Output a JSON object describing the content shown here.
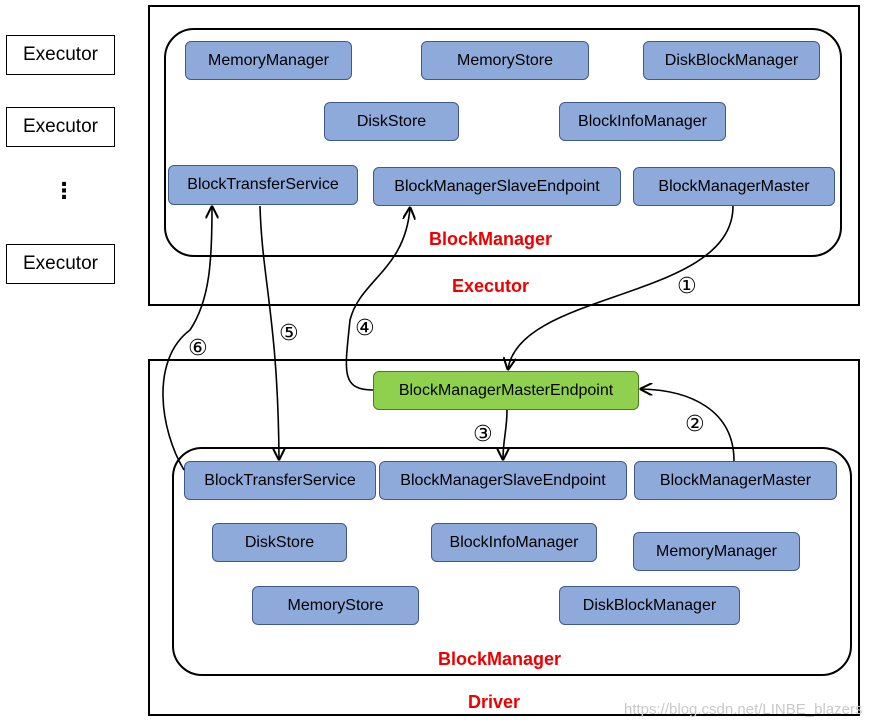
{
  "executor_list": [
    "Executor",
    "Executor",
    "Executor"
  ],
  "ellipsis": "⋮",
  "executor": {
    "frame_label": "Executor",
    "block_manager_label": "BlockManager",
    "components": {
      "memory_manager": "MemoryManager",
      "memory_store": "MemoryStore",
      "disk_block_manager": "DiskBlockManager",
      "disk_store": "DiskStore",
      "block_info_manager": "BlockInfoManager",
      "block_transfer_service": "BlockTransferService",
      "slave_endpoint": "BlockManagerSlaveEndpoint",
      "master": "BlockManagerMaster"
    }
  },
  "driver": {
    "frame_label": "Driver",
    "block_manager_label": "BlockManager",
    "master_endpoint": "BlockManagerMasterEndpoint",
    "components": {
      "block_transfer_service": "BlockTransferService",
      "slave_endpoint": "BlockManagerSlaveEndpoint",
      "master": "BlockManagerMaster",
      "disk_store": "DiskStore",
      "block_info_manager": "BlockInfoManager",
      "memory_manager": "MemoryManager",
      "memory_store": "MemoryStore",
      "disk_block_manager": "DiskBlockManager"
    }
  },
  "steps": [
    "①",
    "②",
    "③",
    "④",
    "⑤",
    "⑥"
  ],
  "watermark": "https://blog.csdn.net/LINBE_blazers",
  "colors": {
    "component_fill": "#8eaadb",
    "endpoint_fill": "#8fd14f",
    "label_red": "#ee0000"
  }
}
